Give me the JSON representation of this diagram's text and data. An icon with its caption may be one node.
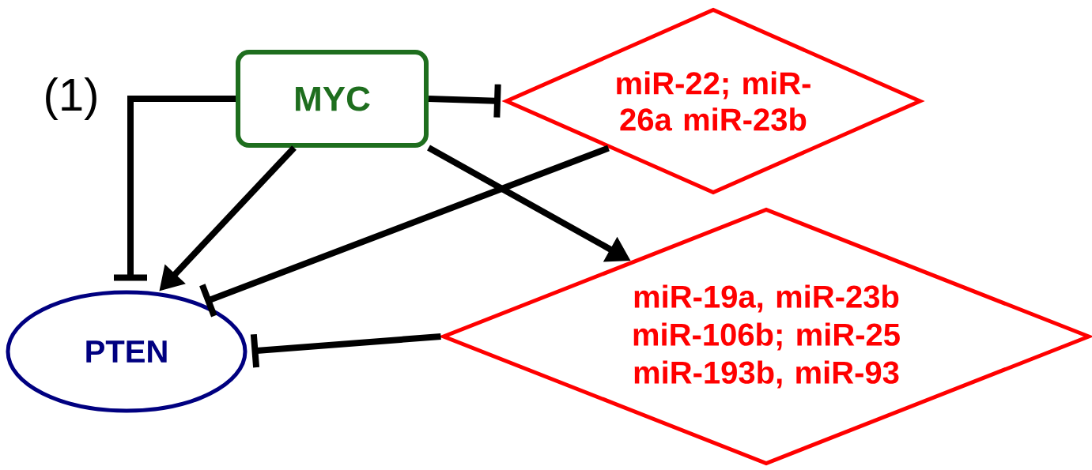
{
  "diagram": {
    "nodes": [
      {
        "text": [
          "MYC"
        ]
      },
      {
        "text": [
          "miR-22; miR-26a miR-23b"
        ]
      },
      {
        "text": [
          "miR-19a, miR-23b miR-106b; miR-25 miR-193b, miR-93"
        ]
      },
      {
        "text": [
          "PTEN"
        ]
      }
    ],
    "edges": [
      {
        "from": 0,
        "to": 3,
        "arrow": "other"
      },
      {
        "from": 0,
        "to": 3,
        "arrow": "to"
      },
      {
        "from": 0,
        "to": 1,
        "arrow": "other"
      },
      {
        "from": 0,
        "to": 2,
        "arrow": "to"
      },
      {
        "from": 1,
        "to": 3,
        "arrow": "other"
      },
      {
        "from": 2,
        "to": 3,
        "arrow": "other"
      }
    ],
    "labels": [
      "(1)"
    ]
  }
}
